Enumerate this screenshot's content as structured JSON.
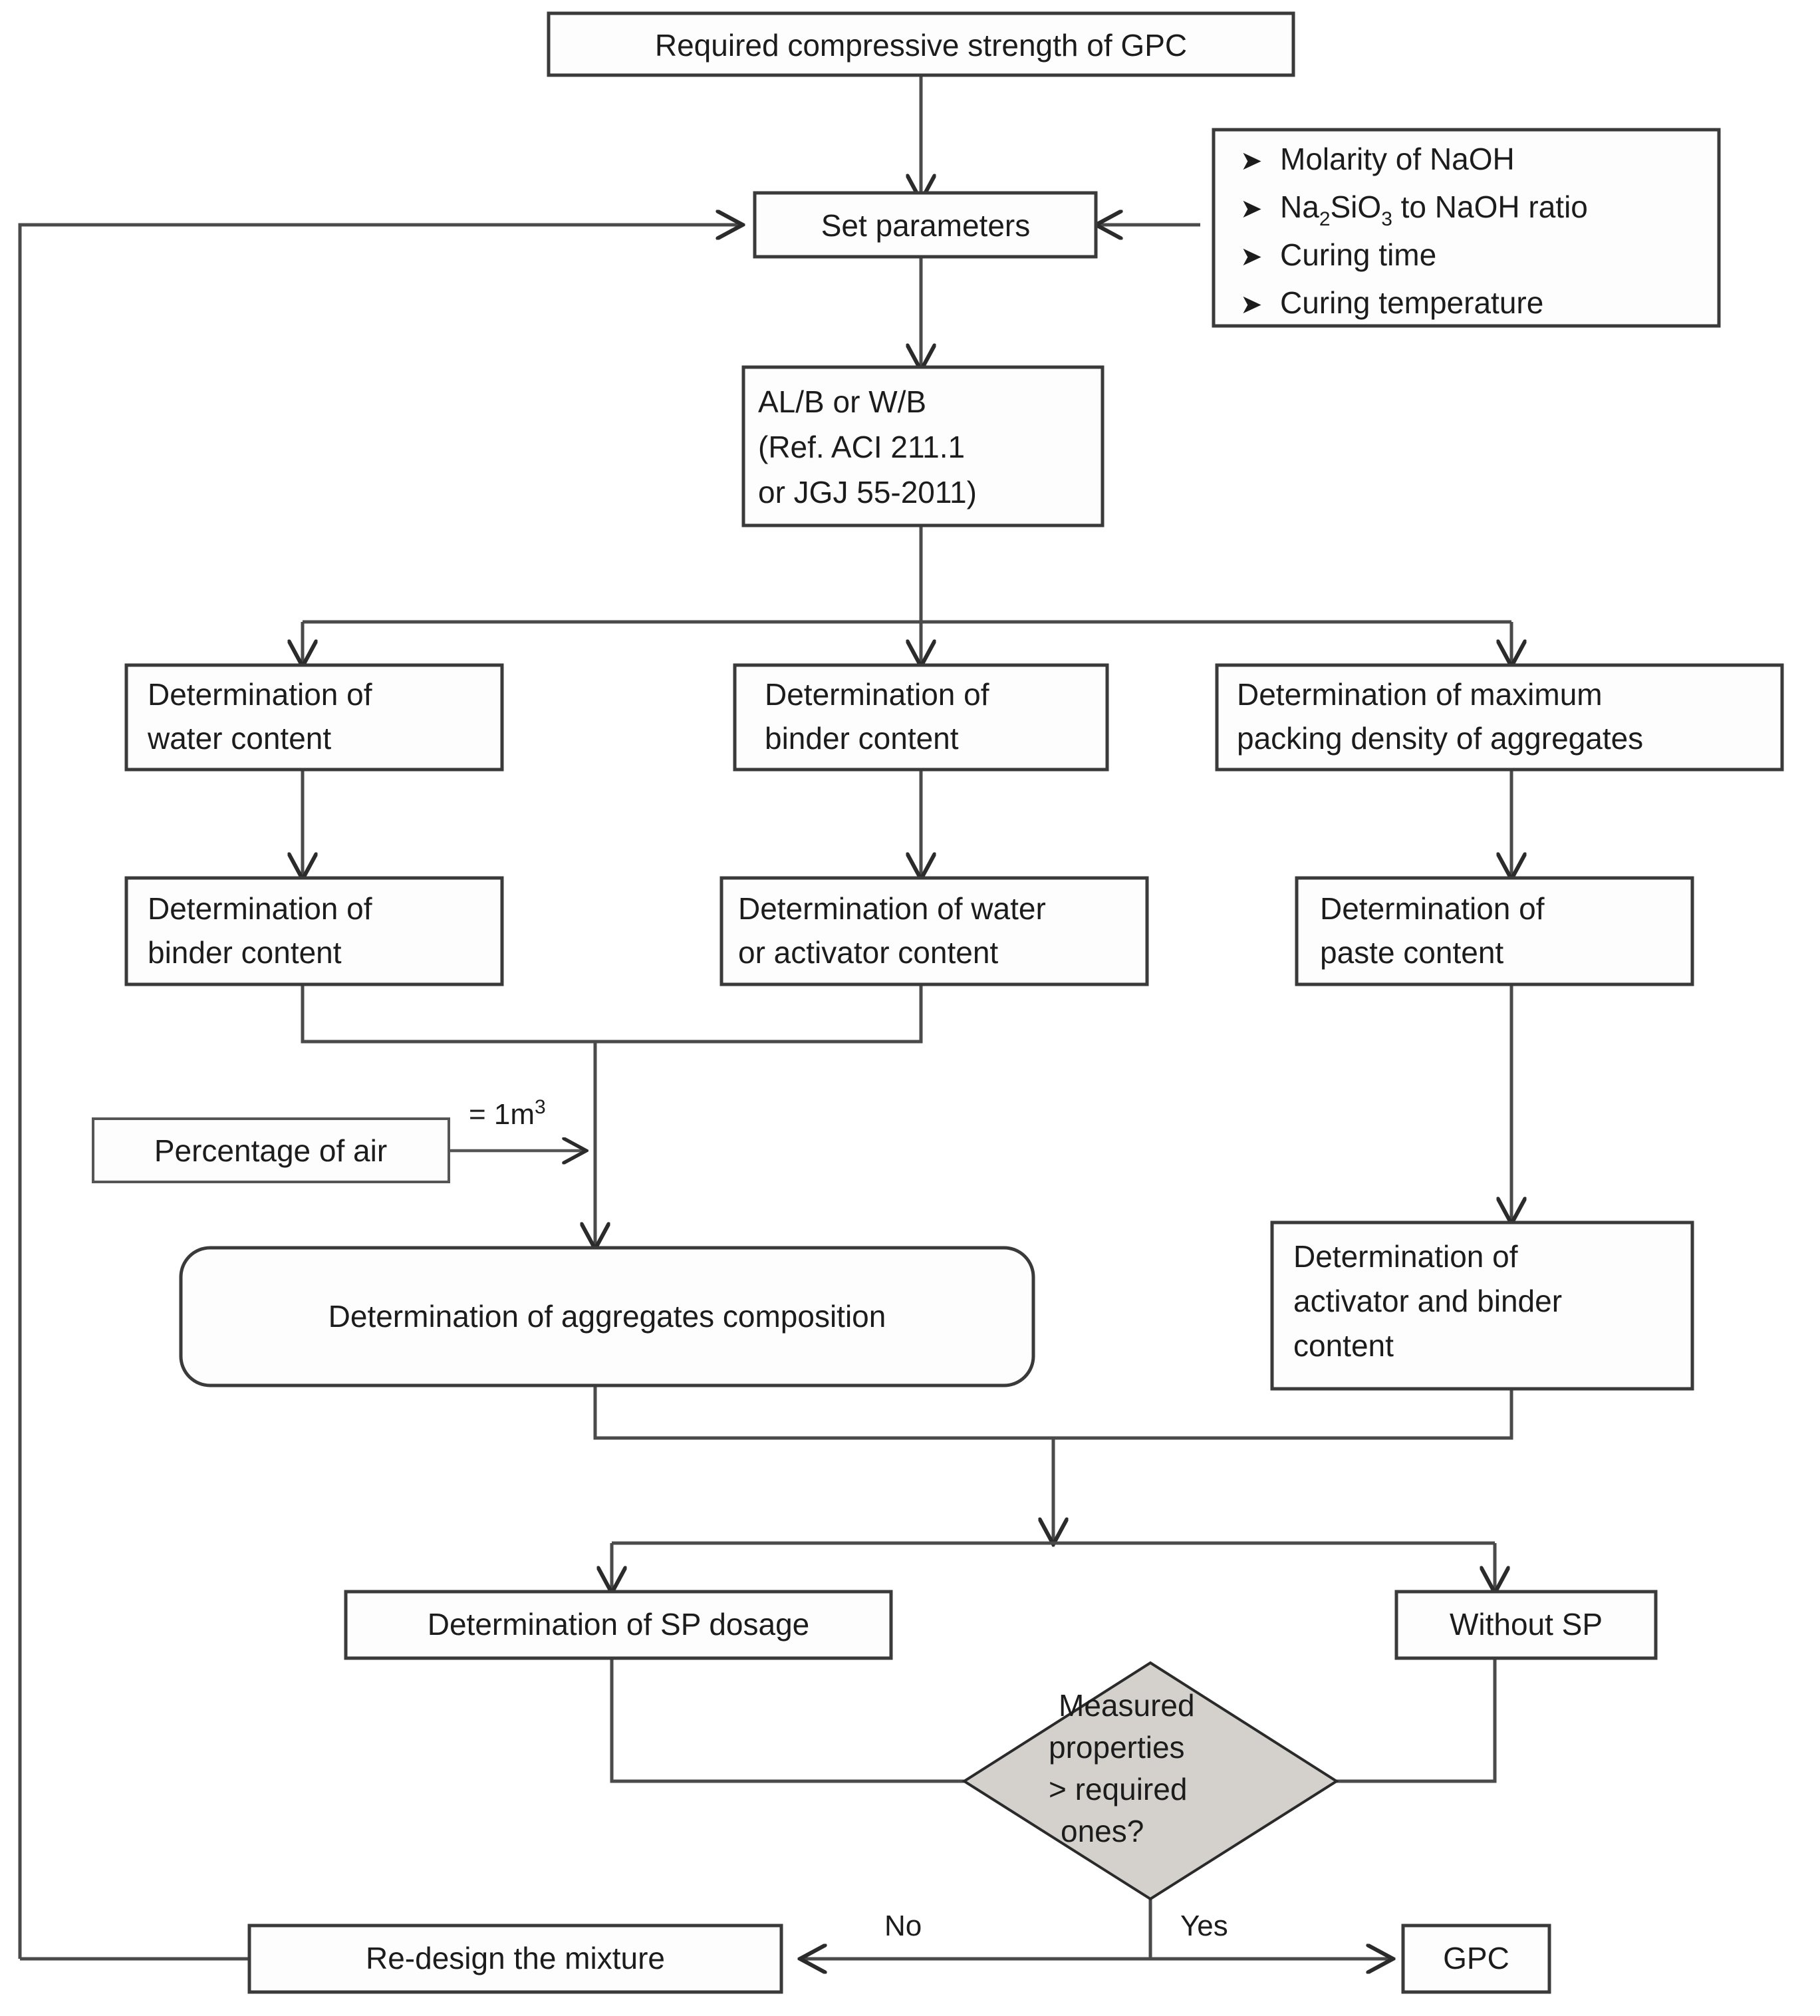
{
  "diagram": {
    "title": "GPC mix design flowchart",
    "colors": {
      "box_fill": "#fdfdfd",
      "box_stroke": "#3a3a3a",
      "diamond_fill": "#d4d1cc",
      "diamond_stroke": "#2a2a2a",
      "connector": "#4a4a4a",
      "text": "#1c1c1c",
      "background": "#ffffff"
    },
    "nodes": {
      "required_strength": {
        "label": "Required compressive strength of GPC"
      },
      "set_parameters": {
        "label": "Set parameters"
      },
      "parameters_list": {
        "bullet_glyph": "➤",
        "items": [
          {
            "text": "Molarity of NaOH"
          },
          {
            "text_parts": [
              "Na",
              "2",
              "SiO",
              "3",
              " to NaOH ratio"
            ],
            "text": "Na2SiO3 to NaOH ratio"
          },
          {
            "text": "Curing time"
          },
          {
            "text": "Curing temperature"
          }
        ]
      },
      "ratio_box": {
        "lines": [
          "AL/B or W/B",
          "(Ref. ACI 211.1",
          "or JGJ 55-2011)"
        ]
      },
      "det_water_content": {
        "lines": [
          "Determination of",
          "water content"
        ]
      },
      "det_binder_content_mid": {
        "lines": [
          "Determination of",
          "binder content"
        ]
      },
      "det_max_packing": {
        "lines": [
          "Determination of maximum",
          "packing density of aggregates"
        ]
      },
      "det_binder_content_left": {
        "lines": [
          "Determination of",
          "binder content"
        ]
      },
      "det_water_activator": {
        "lines": [
          "Determination of water",
          "or activator content"
        ]
      },
      "det_paste_content": {
        "lines": [
          "Determination of",
          "paste content"
        ]
      },
      "percentage_of_air": {
        "label": "Percentage of air"
      },
      "one_cubic_meter_label": {
        "text": "= 1m",
        "superscript": "3",
        "full": "= 1m3"
      },
      "det_aggregates_composition": {
        "label": "Determination of aggregates composition"
      },
      "det_activator_binder": {
        "lines": [
          "Determination of",
          "activator and binder",
          "content"
        ]
      },
      "det_sp_dosage": {
        "label": "Determination of SP dosage"
      },
      "without_sp": {
        "label": "Without SP"
      },
      "decision": {
        "lines": [
          "Measured",
          "properties",
          "> required",
          "ones?"
        ]
      },
      "redesign_mixture": {
        "label": "Re-design the mixture"
      },
      "gpc_output": {
        "label": "GPC"
      }
    },
    "edge_labels": {
      "no": "No",
      "yes": "Yes"
    }
  }
}
